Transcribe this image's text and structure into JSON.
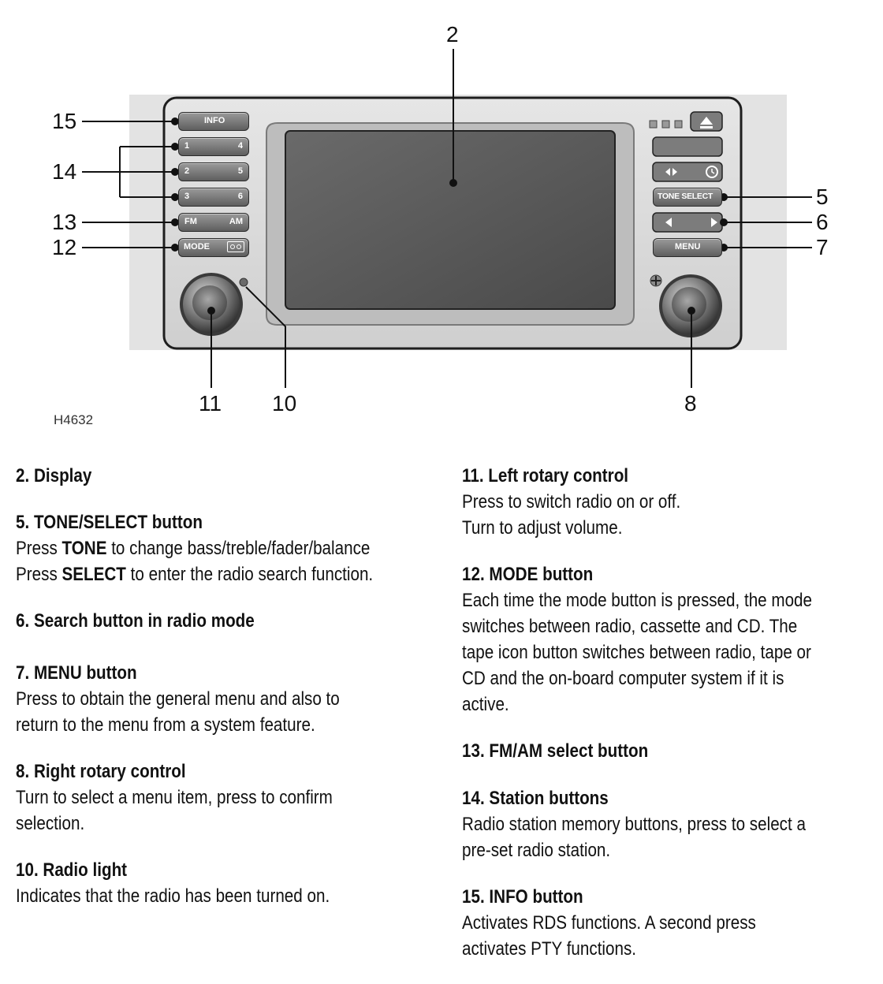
{
  "figure": {
    "code": "H4632",
    "callouts": [
      "2",
      "5",
      "6",
      "7",
      "8",
      "10",
      "11",
      "12",
      "13",
      "14",
      "15"
    ],
    "panel_buttons": {
      "info": "INFO",
      "preset_1": "1",
      "preset_4": "4",
      "preset_2": "2",
      "preset_5": "5",
      "preset_3": "3",
      "preset_6": "6",
      "fm": "FM",
      "am": "AM",
      "mode": "MODE",
      "tone_select": "TONE SELECT",
      "menu": "MENU"
    }
  },
  "descriptions": {
    "left": [
      {
        "title": "2. Display",
        "lines": []
      },
      {
        "title": "5. TONE/SELECT button",
        "lines": [
          {
            "prefix": "Press ",
            "bold": "TONE",
            "suffix": " to change bass/treble/fader/balance"
          },
          {
            "prefix": "Press ",
            "bold": "SELECT",
            "suffix": " to enter the radio search function."
          }
        ]
      },
      {
        "title": "6. Search button in radio mode",
        "lines": []
      },
      {
        "title": "7. MENU button",
        "lines": [
          {
            "text": "Press to obtain the general menu and also to"
          },
          {
            "text": "return to the menu from a system feature."
          }
        ]
      },
      {
        "title": "8. Right rotary control",
        "lines": [
          {
            "text": "Turn to select a menu item, press to confirm"
          },
          {
            "text": "selection."
          }
        ]
      },
      {
        "title": "10. Radio light",
        "lines": [
          {
            "text": "Indicates that the radio has been turned on."
          }
        ]
      }
    ],
    "right": [
      {
        "title": "11. Left rotary control",
        "lines": [
          {
            "text": "Press to switch radio on or off."
          },
          {
            "text": "Turn to adjust volume."
          }
        ]
      },
      {
        "title": "12. MODE button",
        "lines": [
          {
            "text": "Each time the mode button is pressed, the mode"
          },
          {
            "text": "switches between radio, cassette and CD. The"
          },
          {
            "text": "tape icon button switches between radio, tape or"
          },
          {
            "text": "CD and the on-board computer system if it is"
          },
          {
            "text": "active."
          }
        ]
      },
      {
        "title": "13. FM/AM select button",
        "lines": []
      },
      {
        "title": "14. Station buttons",
        "lines": [
          {
            "text": "Radio station memory buttons, press to select a"
          },
          {
            "text": "pre-set radio station."
          }
        ]
      },
      {
        "title": "15. INFO button",
        "lines": [
          {
            "text": "Activates RDS functions. A second press"
          },
          {
            "text": "activates PTY functions."
          }
        ]
      }
    ]
  }
}
